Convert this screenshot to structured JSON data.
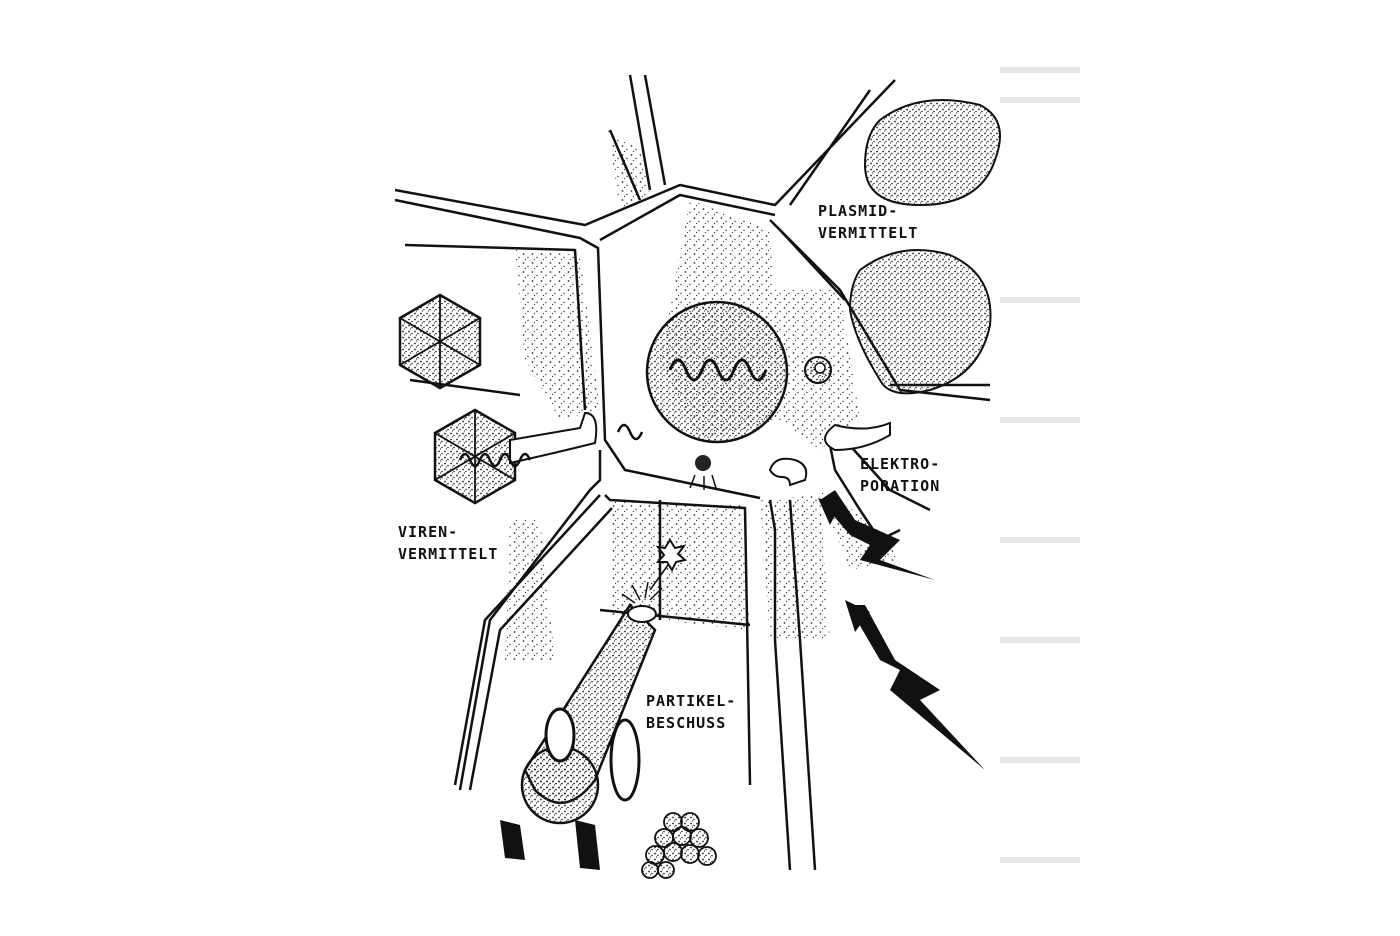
{
  "labels": {
    "plasmid": [
      "PLASMID-",
      "VERMITTELT"
    ],
    "elektro": [
      "ELEKTRO-",
      "PORATION"
    ],
    "viren": [
      "VIREN-",
      "VERMITTELT"
    ],
    "partikel": [
      "PARTIKEL-",
      "BESCHUSS"
    ]
  },
  "colors": {
    "ink": "#111111",
    "paper": "#ffffff",
    "stipple": "#444444"
  },
  "icons": [
    "virus-capsid-icon",
    "plasmid-ring-icon",
    "lightning-bolt-icon",
    "cannon-icon",
    "cannonball-pile-icon",
    "dna-coil-icon"
  ]
}
